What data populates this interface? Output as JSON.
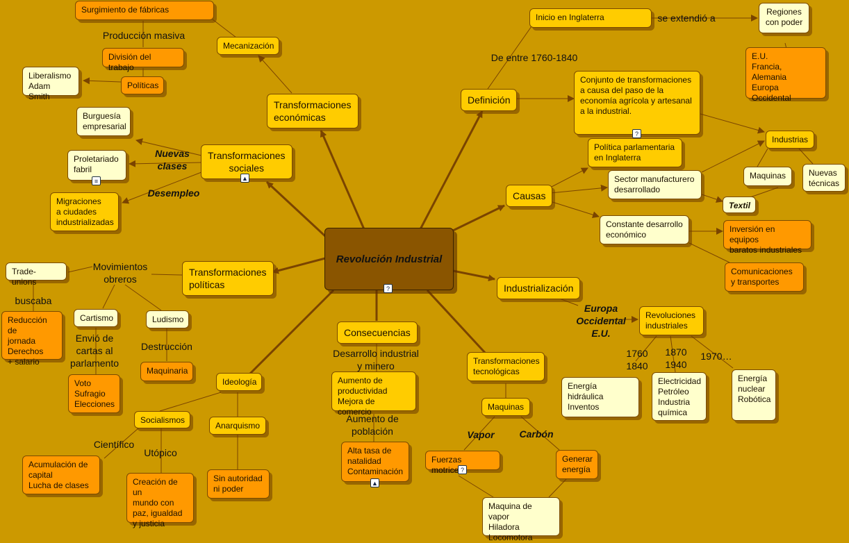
{
  "map": {
    "center": "Revolución Industrial",
    "definicion": "Definición",
    "inicio": "Inicio en Inglaterra",
    "regiones": "Regiones\ncon poder",
    "paises": "E.U.\nFrancia,\nAlemania\nEuropa Occidental",
    "conjunto": "Conjunto de transformaciones\na causa del paso de la\neconomía agrícola y artesanal\na la industrial.",
    "industrias": "Industrias",
    "maquinas_ind": "Maquinas",
    "nuevas_tecnicas": "Nuevas\ntécnicas",
    "causas": "Causas",
    "politica_parl": "Política parlamentaria\nen Inglaterra",
    "sector": "Sector manufacturero\ndesarrollado",
    "textil": "Textil",
    "constante": "Constante desarrollo\neconómico",
    "inversion": "Inversión en equipos\nbaratos industriales",
    "comunicaciones": "Comunicaciones\ny transportes",
    "industrializacion": "Industrialización",
    "revoluciones": "Revoluciones\nindustriales",
    "energia_hidraulica": "Energía hidráulica\nInventos",
    "electricidad": "Electricidad\nPetróleo\nIndustria\nquímica",
    "energia_nuclear": "Energía\nnuclear\nRobótica",
    "trans_tecnologicas": "Transformaciones\ntecnológicas",
    "maquinas_tec": "Maquinas",
    "fuerzas": "Fuerzas motrices",
    "generar": "Generar\nenergía",
    "maquina_vapor": "Maquina de vapor\nHiladora\nLocomotora",
    "consecuencias": "Consecuencias",
    "aumento_prod": "Aumento de\nproductividad\nMejora de comercio",
    "alta_tasa": "Alta tasa de\nnatalidad\nContaminación",
    "ideologia": "Ideología",
    "socialismos": "Socialismos",
    "anarquismo": "Anarquismo",
    "acumulacion": "Acumulación de\ncapital\nLucha de clases",
    "creacion": "Creación de un\nmundo con\npaz, igualdad\ny justicia",
    "sin_autoridad": "Sin autoridad\nni poder",
    "trans_politicas": "Transformaciones\npolíticas",
    "trade_unions": "Trade-unions",
    "reduccion": "Reducción de\njornada\nDerechos\n+ salario",
    "cartismo": "Cartismo",
    "voto": "Voto\nSufragio\nElecciones",
    "ludismo": "Ludismo",
    "maquinaria": "Maquinaria",
    "trans_sociales": "Transformaciones\nsociales",
    "burguesia": "Burguesía\nempresarial",
    "proletariado": "Proletariado\nfabril",
    "migraciones": "Migraciones\na ciudades\nindustrializadas",
    "trans_economicas": "Transformaciones\neconómicas",
    "mecanizacion": "Mecanización",
    "surgimiento": "Surgimiento de fábricas",
    "division": "División del trabajo",
    "politicas": "Políticas",
    "liberalismo": "Liberalismo\nAdam Smith"
  },
  "labels": {
    "se_extendio": "se extendió a",
    "de_entre": "De entre 1760-1840",
    "europa": "Europa\nOccidental\nE.U.",
    "y1760": "1760\n1840",
    "y1870": "1870\n1940",
    "y1970": "1970…",
    "vapor": "Vapor",
    "carbon": "Carbón",
    "desarrollo_ind": "Desarrollo industrial\ny minero",
    "aumento_pob": "Aumento de\npoblación",
    "cientifico": "Científico",
    "utopico": "Utópico",
    "movimientos": "Movimientos\nobreros",
    "buscaba": "buscaba",
    "envio": "Envió de\ncartas al\nparlamento",
    "destruccion": "Destrucción",
    "nuevas_clases": "Nuevas\nclases",
    "desempleo": "Desempleo",
    "produccion": "Producción masiva"
  },
  "badges": {
    "doc": "?",
    "image": "▲",
    "list": "≡"
  },
  "colors": {
    "background": "#cc9900",
    "center": "#8a5500",
    "light_node": "#ffffcc",
    "yellow_node": "#ffcc00",
    "orange_node": "#ff9900",
    "link": "#7a4400"
  }
}
